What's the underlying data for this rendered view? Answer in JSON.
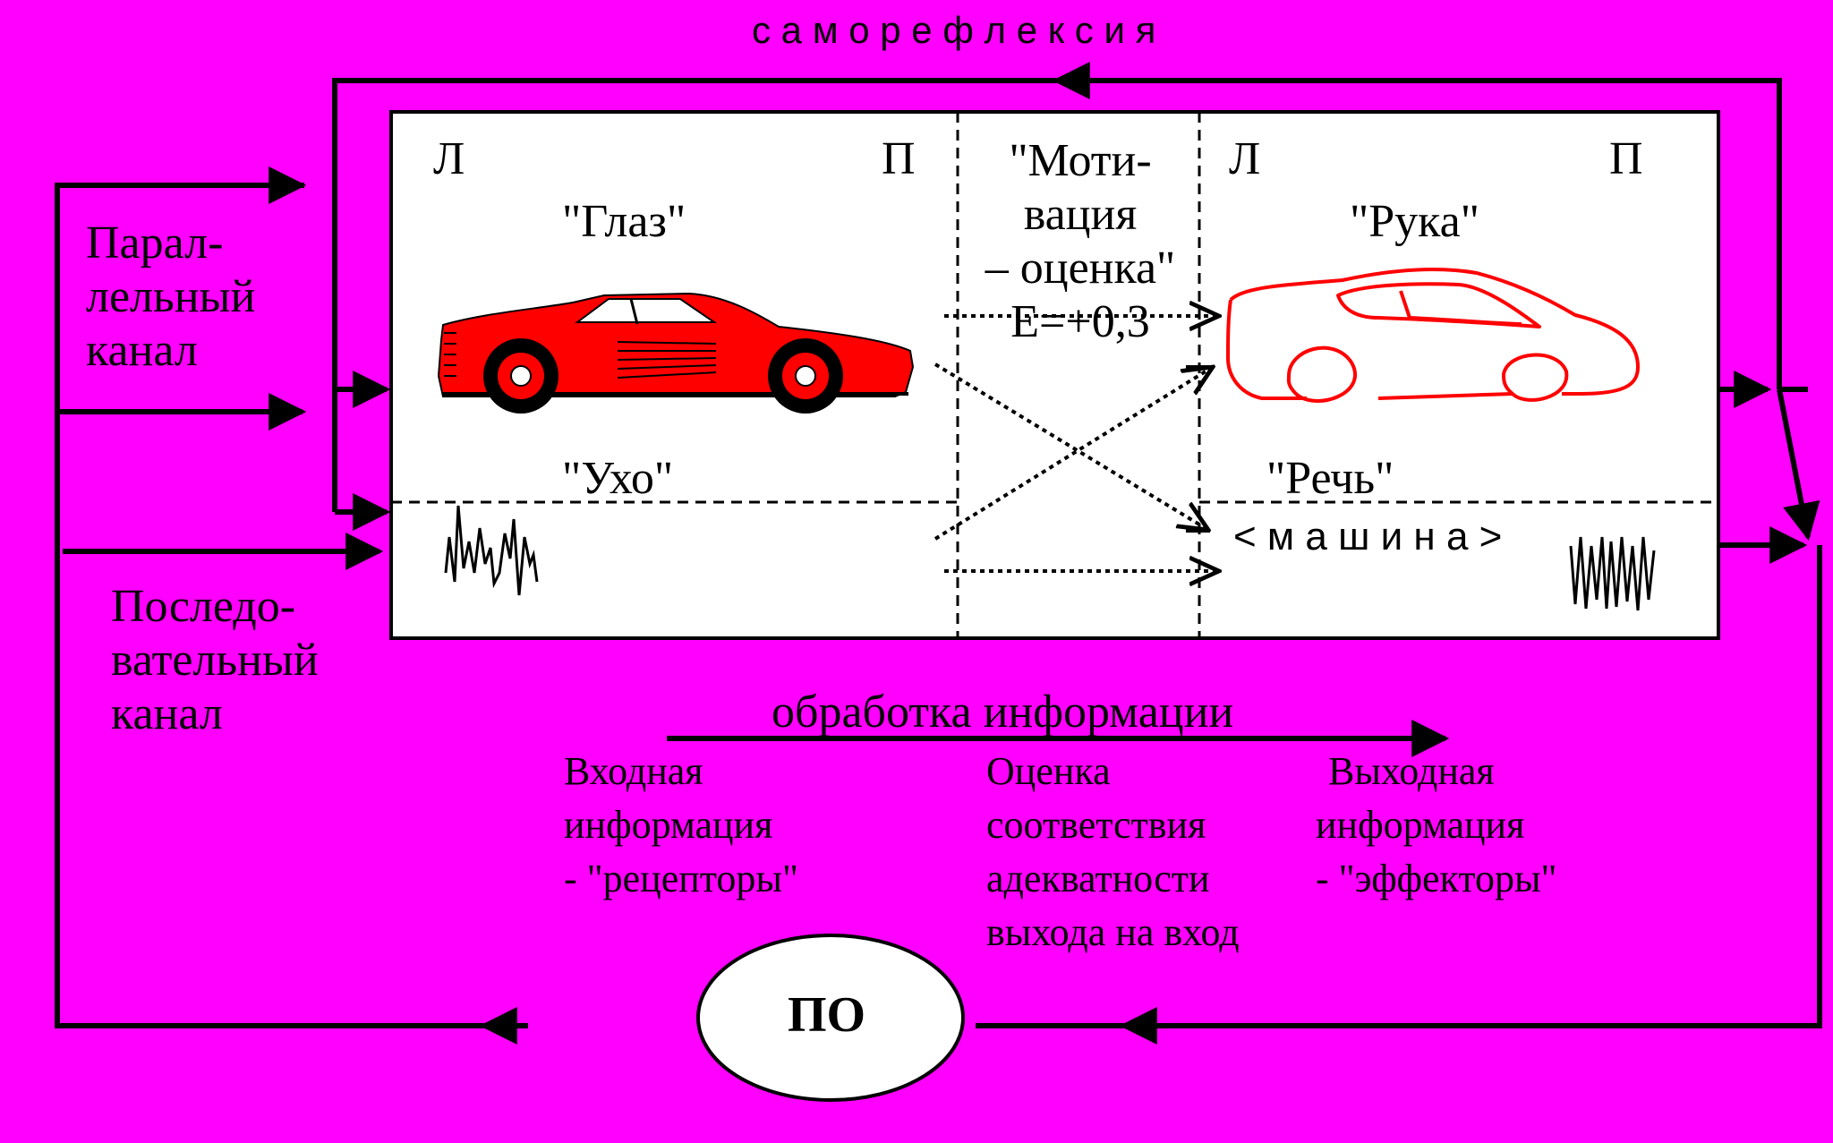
{
  "top_label": "с а м о р е ф л е к с и я",
  "parallel_channel": [
    "Парал-",
    "лельный",
    "канал"
  ],
  "sequential_channel": [
    "Последо-",
    "вательный",
    "канал"
  ],
  "left_l": "Л",
  "left_p": "П",
  "right_l": "Л",
  "right_p": "П",
  "eye_label": "\"Глаз\"",
  "ear_label": "\"Ухо\"",
  "hand_label": "\"Рука\"",
  "speech_label": "\"Речь\"",
  "speech_word": "< м а ш и н а >",
  "motivation": [
    "\"Моти-",
    "вация",
    "– оценка\"",
    "E=+0,3"
  ],
  "processing_label": "обработка   информации",
  "input_info": [
    "Входная",
    "информация",
    "- \"рецепторы\""
  ],
  "evaluation": [
    "Оценка",
    "соответствия",
    "адекватности",
    "выхода на вход"
  ],
  "output_info": [
    "Выходная",
    "информация",
    "- \"эффекторы\""
  ],
  "po_label": "ПО",
  "colors": {
    "background": "#ff00ff",
    "panel": "#ffffff",
    "car": "#ff0000",
    "line": "#000000"
  }
}
